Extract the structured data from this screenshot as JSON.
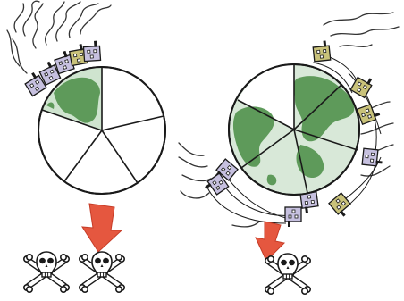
{
  "left_scene": {
    "slices": 5,
    "skull_count": 2
  },
  "right_scene": {
    "slices": 6,
    "skull_count": 1
  },
  "colors": {
    "ink": "#1a1a1a",
    "land": "#5e9a5a",
    "land_light": "#cfe4cf",
    "sea": "#ffffff",
    "factory_purple": "#c6c0df",
    "factory_olive": "#c9c27a",
    "arrow": "#e5573f",
    "smoke": "#333333"
  },
  "icons": [
    "skull-crossbones-icon",
    "down-arrow-icon",
    "factory-icon",
    "smoke-plume"
  ]
}
